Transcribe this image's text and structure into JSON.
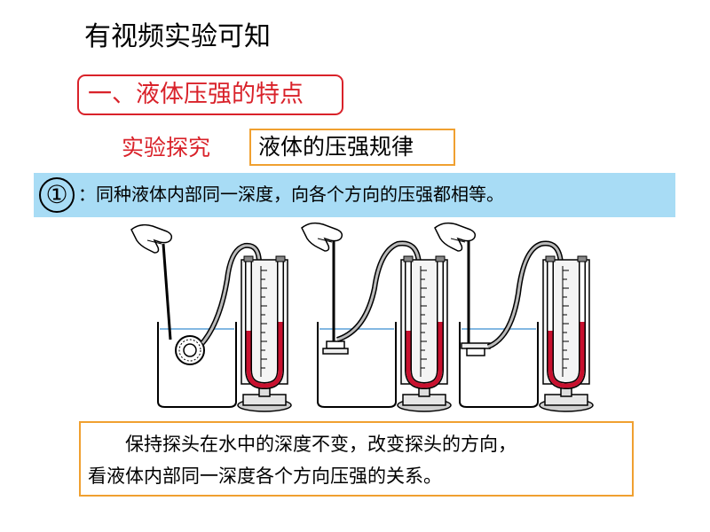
{
  "intro": "有视频实验可知",
  "section_title": "一、液体压强的特点",
  "experiment": {
    "label": "实验探究",
    "topic": "液体的压强规律"
  },
  "conclusion": {
    "number": "①",
    "text": "：同种液体内部同一深度，向各个方向的压强都相等。"
  },
  "note": {
    "line1": "保持探头在水中的深度不变，改变探头的方向，",
    "line2": "看液体内部同一深度各个方向压强的关系。"
  },
  "colors": {
    "accent_red": "#d9222a",
    "box_orange": "#f0a030",
    "highlight_blue": "#a8dcf5",
    "liquid_red": "#c8102e"
  }
}
